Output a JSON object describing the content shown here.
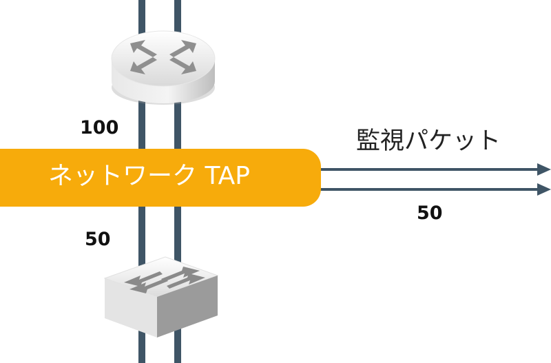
{
  "tap": {
    "label": "ネットワーク TAP",
    "fill_color": "#f7ab0b",
    "text_color": "#ffffff"
  },
  "router": {
    "icon": "router-icon"
  },
  "switch": {
    "icon": "switch-icon"
  },
  "links": {
    "inbound_value": "100",
    "outbound_value": "50",
    "cable_color": "#3f5566"
  },
  "monitor": {
    "label": "監視パケット",
    "value": "50",
    "arrow_color": "#3f5566"
  }
}
